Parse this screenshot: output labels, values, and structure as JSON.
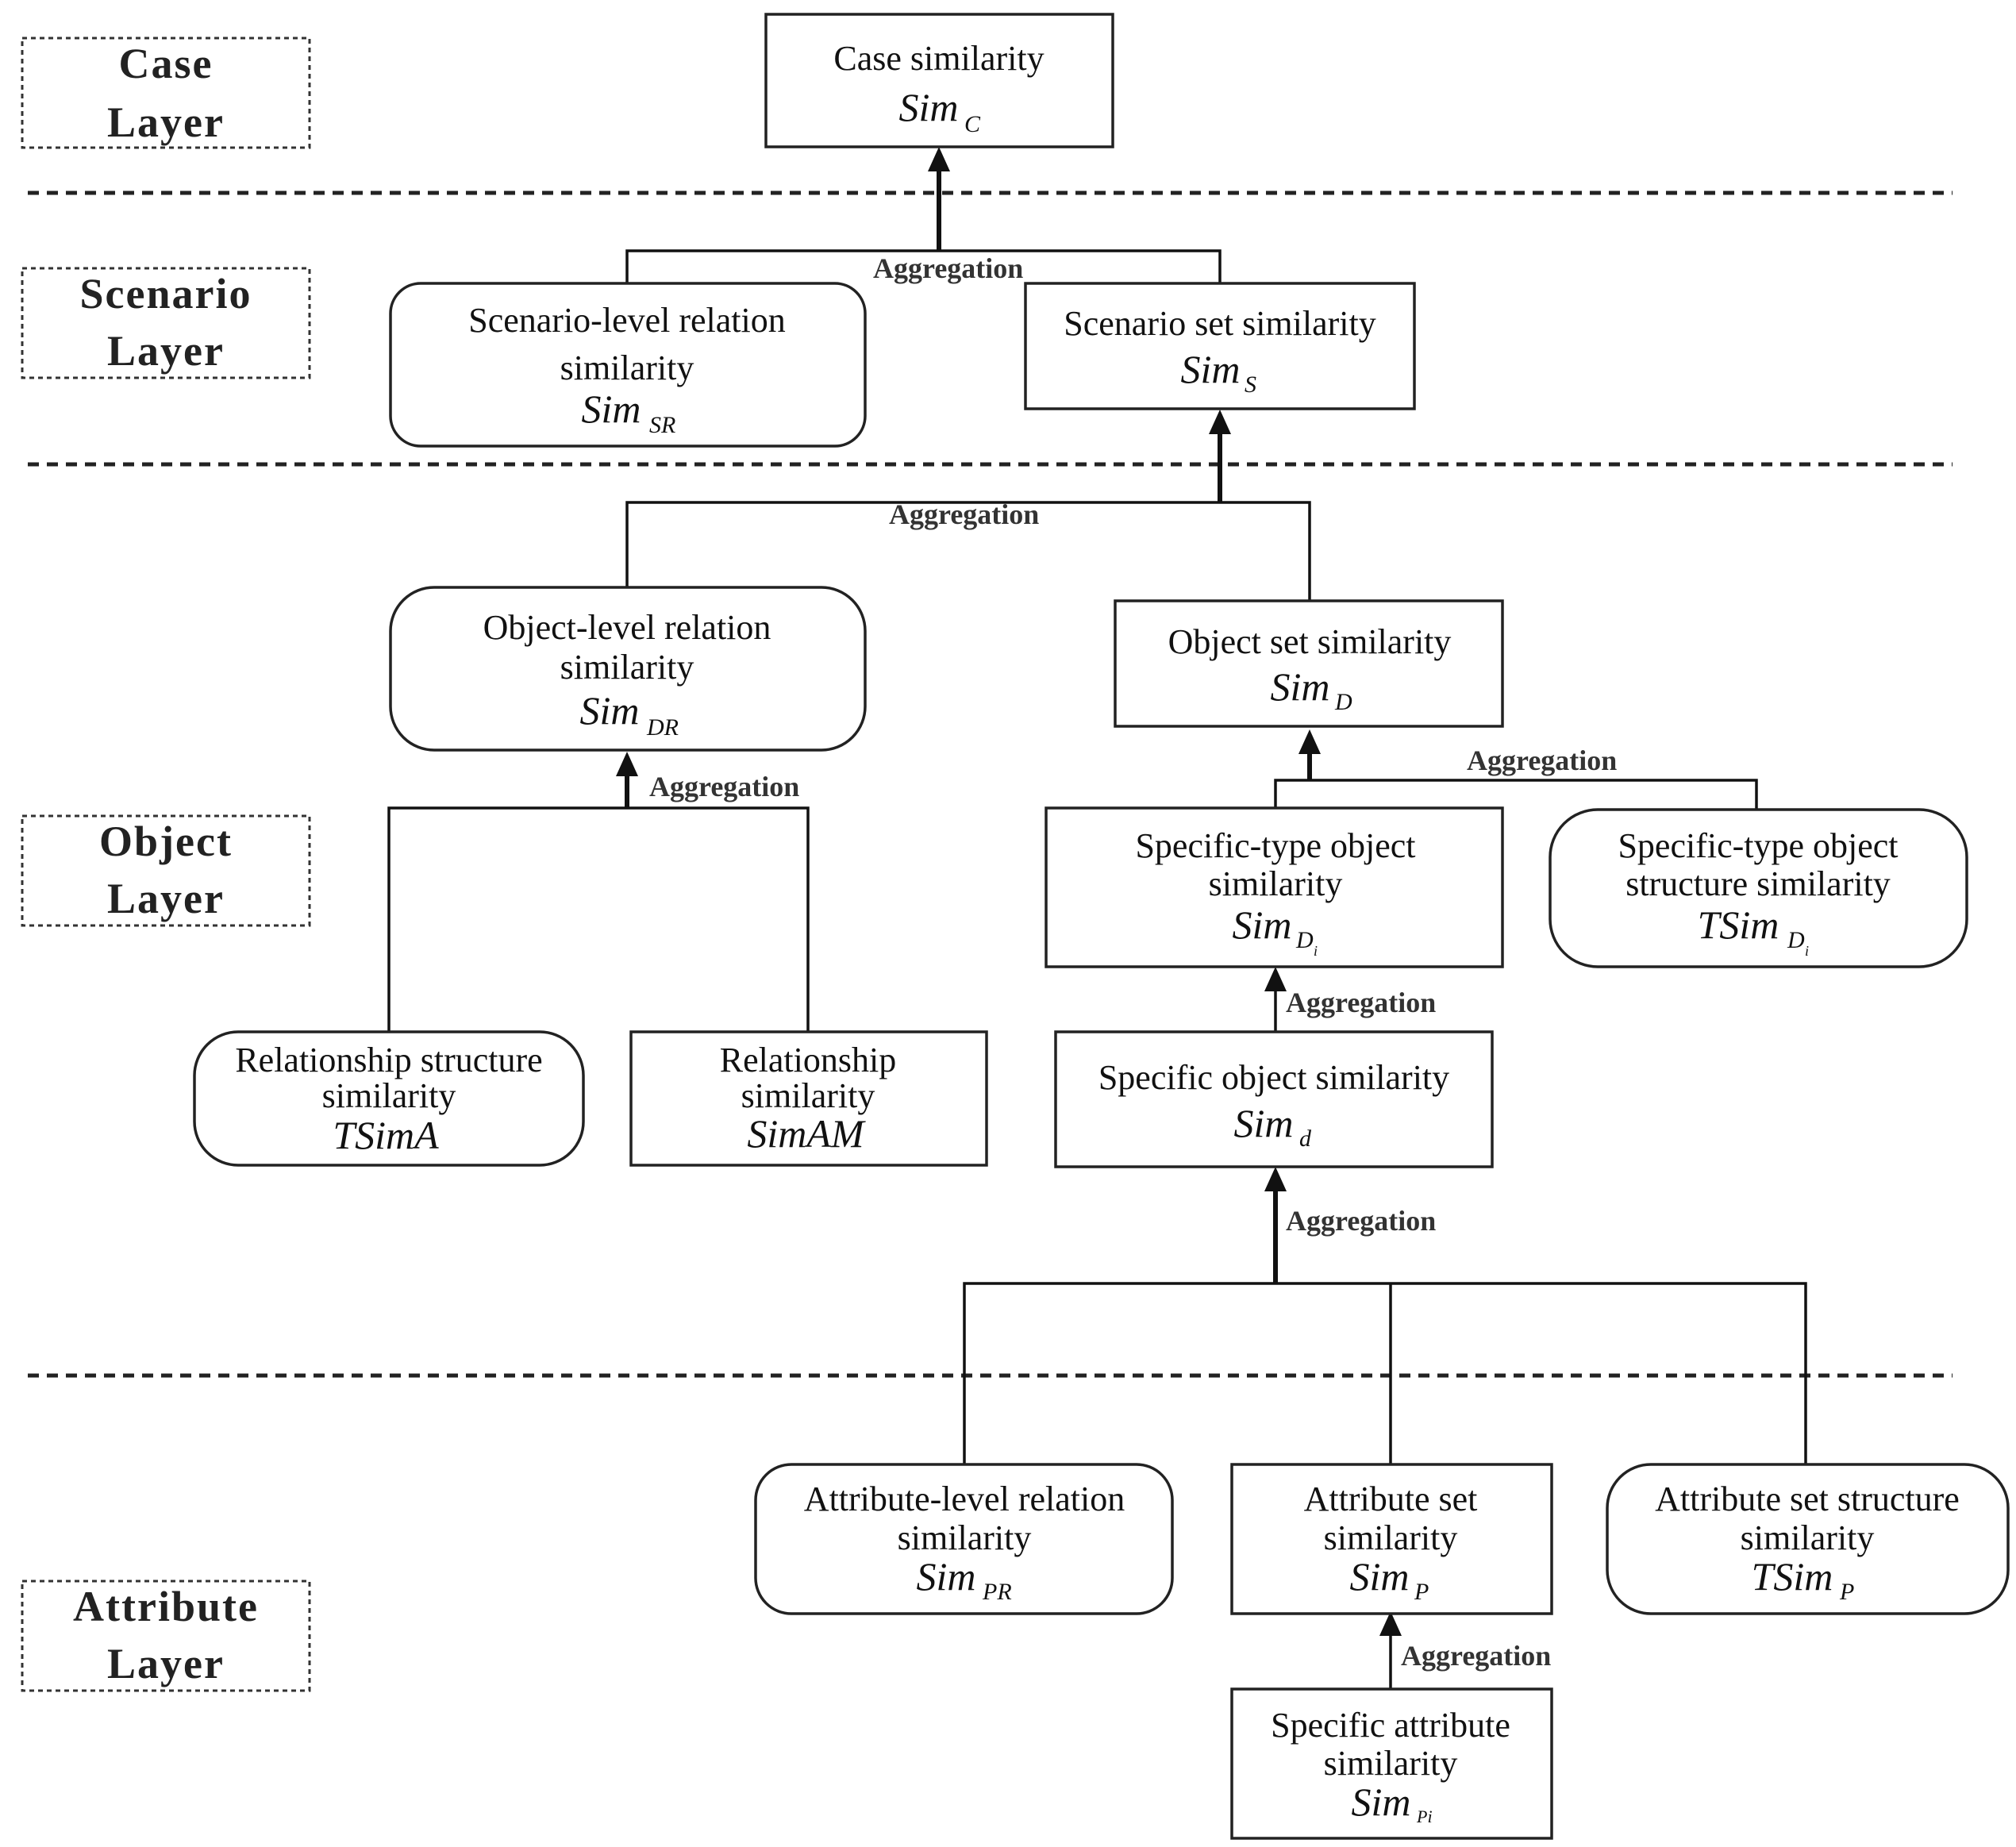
{
  "layers": [
    {
      "id": "case",
      "line1": "Case",
      "line2": "Layer"
    },
    {
      "id": "scenario",
      "line1": "Scenario",
      "line2": "Layer"
    },
    {
      "id": "object",
      "line1": "Object",
      "line2": "Layer"
    },
    {
      "id": "attribute",
      "line1": "Attribute",
      "line2": "Layer"
    }
  ],
  "aggregation_label": "Aggregation",
  "nodes": {
    "case_similarity": {
      "lines": [
        "Case similarity"
      ],
      "symbol": "Sim",
      "sub": "C"
    },
    "scenario_relation": {
      "lines": [
        "Scenario-level relation",
        "similarity"
      ],
      "symbol": "Sim",
      "sub": "SR"
    },
    "scenario_set": {
      "lines": [
        "Scenario set similarity"
      ],
      "symbol": "Sim",
      "sub": "S"
    },
    "object_relation": {
      "lines": [
        "Object-level relation",
        "similarity"
      ],
      "symbol": "Sim",
      "sub": "DR"
    },
    "object_set": {
      "lines": [
        "Object set similarity"
      ],
      "symbol": "Sim",
      "sub": "D"
    },
    "specific_type_object": {
      "lines": [
        "Specific-type object",
        "similarity"
      ],
      "symbol": "Sim",
      "sub": "D",
      "subsub": "i"
    },
    "specific_type_structure": {
      "lines": [
        "Specific-type object",
        "structure similarity"
      ],
      "symbol": "TSim",
      "sub": "D",
      "subsub": "i"
    },
    "relationship_structure": {
      "lines": [
        "Relationship structure",
        "similarity"
      ],
      "symbol": "TSimA",
      "sub": ""
    },
    "relationship_similarity": {
      "lines": [
        "Relationship",
        "similarity"
      ],
      "symbol": "SimAM",
      "sub": ""
    },
    "specific_object": {
      "lines": [
        "Specific object similarity"
      ],
      "symbol": "Sim",
      "sub": "d"
    },
    "attribute_relation": {
      "lines": [
        "Attribute-level relation",
        "similarity"
      ],
      "symbol": "Sim",
      "sub": "PR"
    },
    "attribute_set": {
      "lines": [
        "Attribute set",
        "similarity"
      ],
      "symbol": "Sim",
      "sub": "P"
    },
    "attribute_structure": {
      "lines": [
        "Attribute set structure",
        "similarity"
      ],
      "symbol": "TSim",
      "sub": "P"
    },
    "specific_attribute": {
      "lines": [
        "Specific attribute",
        "similarity"
      ],
      "symbol": "Sim",
      "sub": "Pi"
    }
  }
}
